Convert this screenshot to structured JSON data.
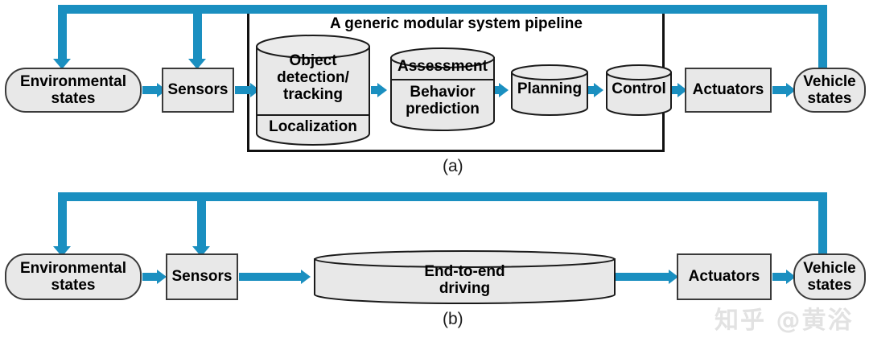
{
  "figure": {
    "panels": [
      {
        "id": "a",
        "caption": "(a)",
        "group_title": "A generic modular system pipeline",
        "nodes": {
          "environmental_states": "Environmental\nstates",
          "sensors": "Sensors",
          "perception_top": "Object\ndetection/\ntracking",
          "perception_bottom": "Localization",
          "prediction_top": "Assessment",
          "prediction_bottom": "Behavior\nprediction",
          "planning": "Planning",
          "control": "Control",
          "actuators": "Actuators",
          "vehicle_states": "Vehicle\nstates"
        }
      },
      {
        "id": "b",
        "caption": "(b)",
        "nodes": {
          "environmental_states": "Environmental\nstates",
          "sensors": "Sensors",
          "end_to_end": "End-to-end\ndriving",
          "actuators": "Actuators",
          "vehicle_states": "Vehicle\nstates"
        }
      }
    ],
    "watermark": "知乎 @黄浴",
    "colors": {
      "flow_blue": "#1a8fc0",
      "node_fill": "#e8e8e8",
      "node_stroke": "#3a3a3a",
      "group_stroke": "#111111",
      "background": "#ffffff"
    }
  }
}
